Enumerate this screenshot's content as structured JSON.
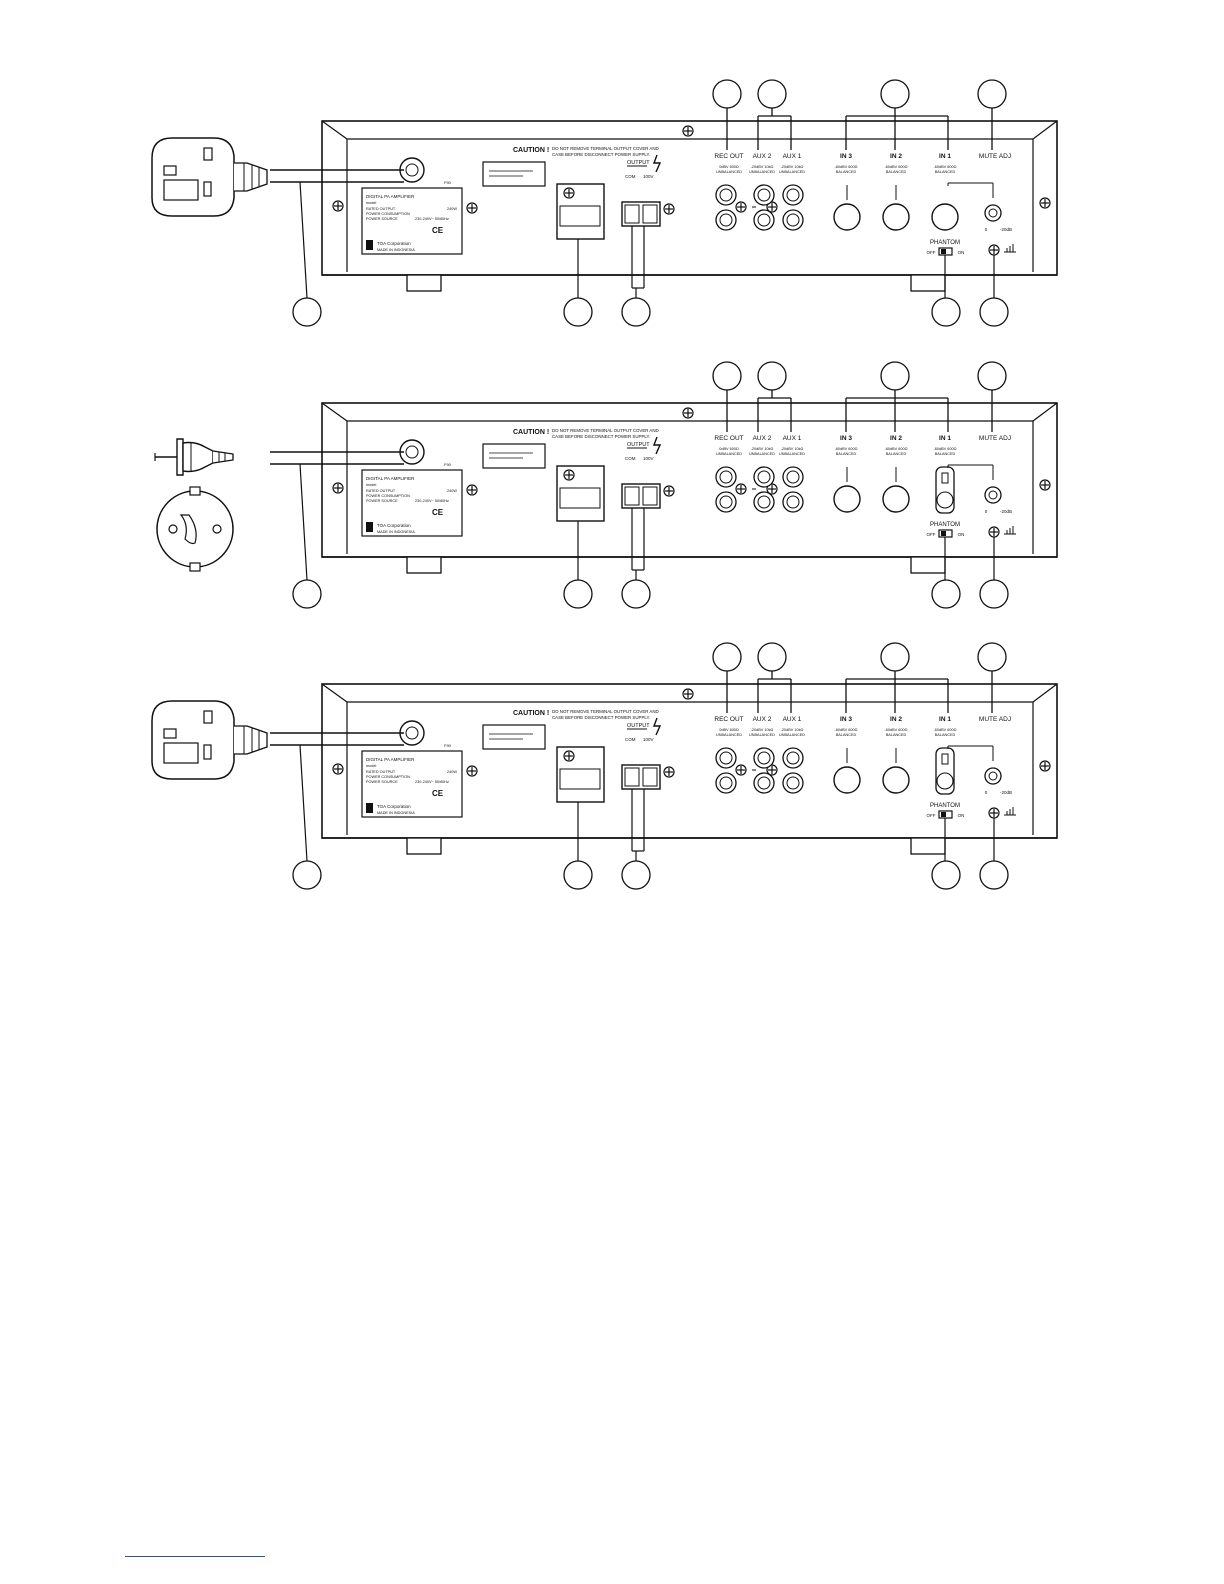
{
  "panel_text": {
    "caution": "CAUTION !",
    "caution_note_1": "DO NOT REMOVE TERMINAL OUTPUT COVER AND",
    "caution_note_2": "CASE BEFORE DISCONNECT POWER SUPPLY.",
    "output": "OUTPUT",
    "com": "COM",
    "v100": "100V",
    "rec_out": "REC OUT",
    "aux2": "AUX 2",
    "aux1": "AUX 1",
    "in3": "IN 3",
    "in2": "IN 2",
    "in1": "IN 1",
    "mute_adj": "MUTE ADJ",
    "rec_spec_1": "0dBV 600Ω",
    "rec_spec_2": "UNBALANCED",
    "aux2_spec_1": "-20dBV 10kΩ",
    "aux2_spec_2": "UNBALANCED",
    "aux1_spec_1": "-20dBV 10kΩ",
    "aux1_spec_2": "UNBALANCED",
    "in3_spec_1": "-60dBV 600Ω",
    "in3_spec_2": "BALANCED",
    "in2_spec_1": "-60dBV 600Ω",
    "in2_spec_2": "BALANCED",
    "in1_spec_1": "-60dBV 600Ω",
    "in1_spec_2": "BALANCED",
    "phantom": "PHANTOM",
    "off": "OFF",
    "on": "ON",
    "mute_0": "0",
    "mute_20": "-20dB",
    "fuse": "F90",
    "label_title": "DIGITAL PA AMPLIFIER",
    "label_model": "model",
    "label_rated": "RATED OUTPUT",
    "label_consumption": "POWER CONSUMPTION",
    "label_source": "POWER SOURCE",
    "label_output_value": "240W",
    "label_source_value": "230-240V~ 50/60Hz",
    "ce_mark": "CE",
    "company": "TOA Corporation",
    "made_in": "MADE IN INDONESIA"
  },
  "panels": [
    {
      "variant": "UK plug"
    },
    {
      "variant": "Schuko plug"
    },
    {
      "variant": "UK plug"
    }
  ],
  "colors": {
    "ink": "#111111",
    "link": "#2a4fbf"
  },
  "icons": [
    "uk-plug-icon",
    "schuko-plug-icon",
    "ground-icon",
    "screw-icon",
    "lightning-icon"
  ]
}
